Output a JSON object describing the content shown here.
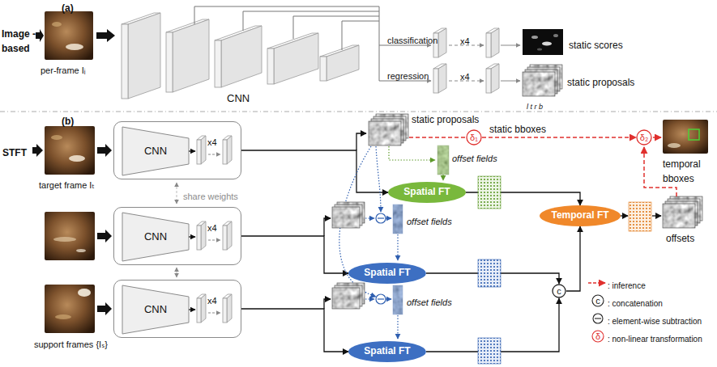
{
  "diagram": {
    "nodes": [
      {
        "text": [
          "CNN",
          "x4"
        ]
      },
      {
        "text": [
          "δ₁"
        ]
      },
      {
        "text": [
          "Spatial FT"
        ]
      },
      {
        "text": [
          "δ₂"
        ]
      },
      {
        "text": [
          "Temporal FT"
        ]
      },
      {
        "text": [
          "CNN",
          "x4"
        ]
      },
      {
        "text": [
          "Spatial FT"
        ]
      },
      {
        "text": [
          "c"
        ]
      },
      {
        "text": [
          "CNN",
          "x4"
        ]
      },
      {
        "text": [
          "Spatial FT"
        ]
      }
    ],
    "edges": [
      {
        "from": 0,
        "to": 2,
        "arrow": "to"
      },
      {
        "from": 5,
        "to": 6,
        "arrow": "to"
      },
      {
        "from": 8,
        "to": 9,
        "arrow": "to"
      },
      {
        "from": 2,
        "to": 4,
        "arrow": "to"
      },
      {
        "from": 6,
        "to": 7,
        "arrow": "to"
      },
      {
        "from": 9,
        "to": 7,
        "arrow": "to"
      },
      {
        "from": 7,
        "to": 4,
        "arrow": "to"
      },
      {
        "from": 1,
        "to": 3,
        "arrow": "to",
        "label": "static bboxes"
      }
    ],
    "labels": [
      "(a)",
      "Image -based",
      "per-frame Iᵢ",
      "CNN",
      "classification",
      "x4",
      "static scores",
      "regression",
      "x4",
      "static proposals",
      "l t r b",
      "(b)",
      "STFT",
      "target frame Iₜ",
      "static proposals",
      "offset fields",
      "share weights",
      "offset fields",
      "support frames {Iₛ}",
      "offset fields",
      "temporal bboxes",
      "offsets",
      "c",
      "δ"
    ],
    "legend": [
      {
        "text": ": inference"
      },
      {
        "text": ": concatenation"
      },
      {
        "text": ": element-wise subtraction"
      },
      {
        "text": ": non-linear transformation"
      }
    ]
  }
}
